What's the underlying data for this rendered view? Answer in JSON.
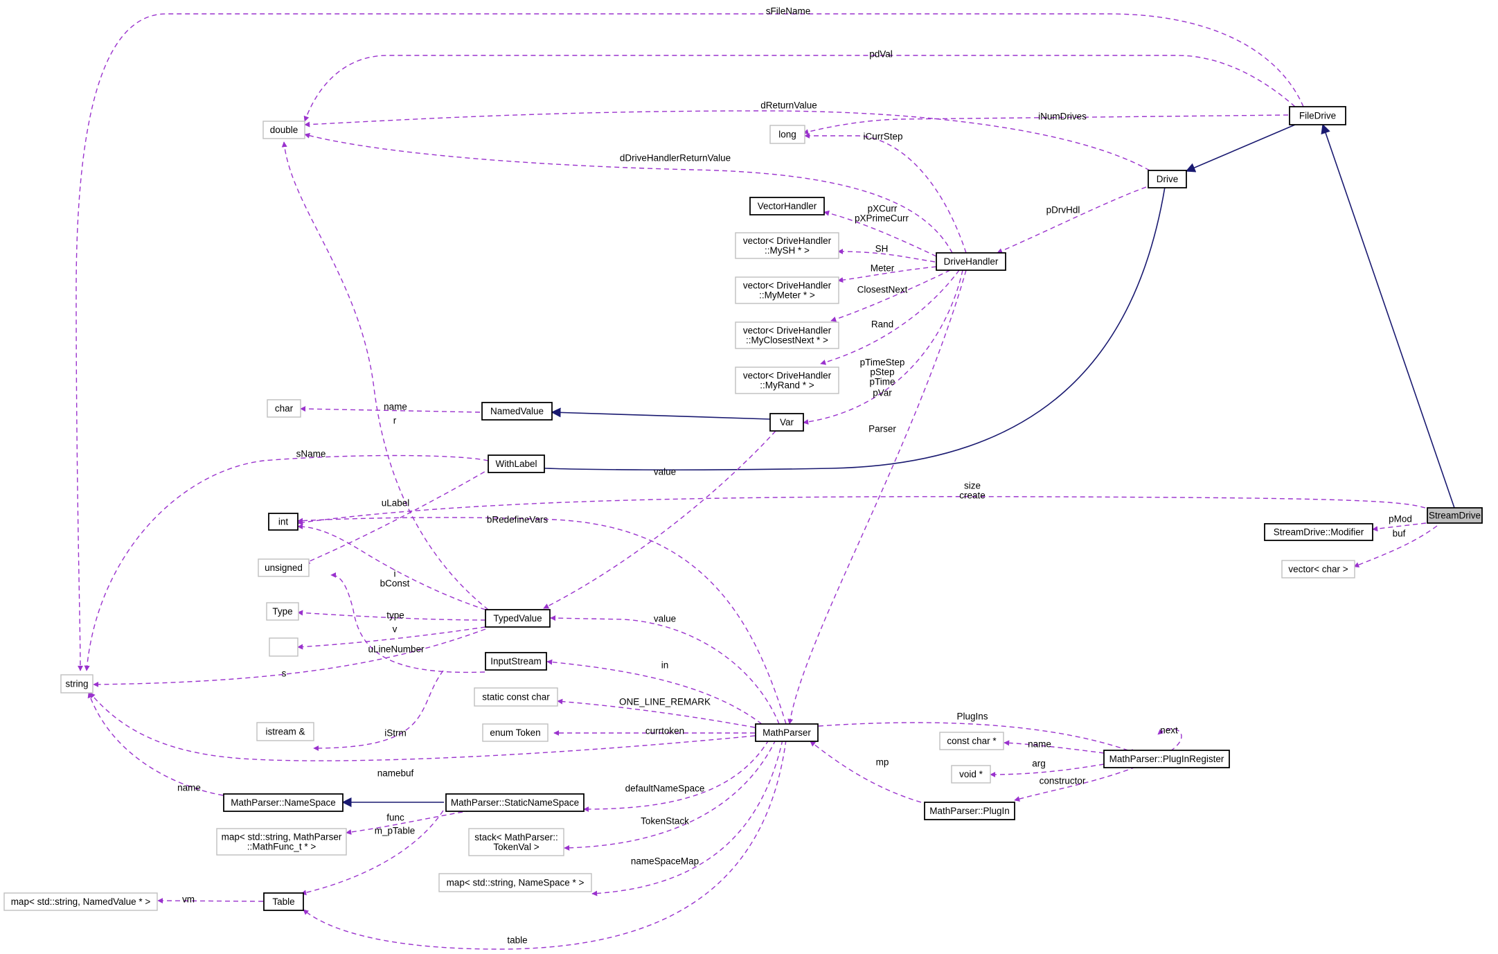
{
  "nodes": [
    {
      "id": "StreamDrive",
      "lines": [
        "StreamDrive"
      ],
      "style": "focus"
    },
    {
      "id": "FileDrive",
      "lines": [
        "FileDrive"
      ],
      "style": "doc"
    },
    {
      "id": "Drive",
      "lines": [
        "Drive"
      ],
      "style": "doc"
    },
    {
      "id": "DriveHandler",
      "lines": [
        "DriveHandler"
      ],
      "style": "doc"
    },
    {
      "id": "double",
      "lines": [
        "double"
      ],
      "style": "ext"
    },
    {
      "id": "long",
      "lines": [
        "long"
      ],
      "style": "ext"
    },
    {
      "id": "VectorHandler",
      "lines": [
        "VectorHandler"
      ],
      "style": "doc"
    },
    {
      "id": "vecMySH",
      "lines": [
        "vector< DriveHandler",
        "::MySH * >"
      ],
      "style": "ext"
    },
    {
      "id": "vecMyMeter",
      "lines": [
        "vector< DriveHandler",
        "::MyMeter * >"
      ],
      "style": "ext"
    },
    {
      "id": "vecMyClosestNext",
      "lines": [
        "vector< DriveHandler",
        "::MyClosestNext * >"
      ],
      "style": "ext"
    },
    {
      "id": "vecMyRand",
      "lines": [
        "vector< DriveHandler",
        "::MyRand * >"
      ],
      "style": "ext"
    },
    {
      "id": "char",
      "lines": [
        "char"
      ],
      "style": "ext"
    },
    {
      "id": "NamedValue",
      "lines": [
        "NamedValue"
      ],
      "style": "doc"
    },
    {
      "id": "Var",
      "lines": [
        "Var"
      ],
      "style": "doc"
    },
    {
      "id": "WithLabel",
      "lines": [
        "WithLabel"
      ],
      "style": "doc"
    },
    {
      "id": "int",
      "lines": [
        "int"
      ],
      "style": "doc"
    },
    {
      "id": "StreamDriveModifier",
      "lines": [
        "StreamDrive::Modifier"
      ],
      "style": "doc"
    },
    {
      "id": "vecChar",
      "lines": [
        "vector< char >"
      ],
      "style": "ext"
    },
    {
      "id": "unsigned",
      "lines": [
        "unsigned"
      ],
      "style": "ext"
    },
    {
      "id": "Type",
      "lines": [
        "Type"
      ],
      "style": "ext"
    },
    {
      "id": "blank",
      "lines": [
        ""
      ],
      "style": "ext"
    },
    {
      "id": "TypedValue",
      "lines": [
        "TypedValue"
      ],
      "style": "doc"
    },
    {
      "id": "string",
      "lines": [
        "string"
      ],
      "style": "ext"
    },
    {
      "id": "InputStream",
      "lines": [
        "InputStream"
      ],
      "style": "doc"
    },
    {
      "id": "istream",
      "lines": [
        "istream &"
      ],
      "style": "ext"
    },
    {
      "id": "staticConstChar",
      "lines": [
        "static const char"
      ],
      "style": "ext"
    },
    {
      "id": "enumToken",
      "lines": [
        "enum Token"
      ],
      "style": "ext"
    },
    {
      "id": "MathParser",
      "lines": [
        "MathParser"
      ],
      "style": "doc"
    },
    {
      "id": "constCharPtr",
      "lines": [
        "const char *"
      ],
      "style": "ext"
    },
    {
      "id": "voidPtr",
      "lines": [
        "void *"
      ],
      "style": "ext"
    },
    {
      "id": "PlugInRegister",
      "lines": [
        "MathParser::PlugInRegister"
      ],
      "style": "doc"
    },
    {
      "id": "PlugIn",
      "lines": [
        "MathParser::PlugIn"
      ],
      "style": "doc"
    },
    {
      "id": "NameSpace",
      "lines": [
        "MathParser::NameSpace"
      ],
      "style": "doc"
    },
    {
      "id": "StaticNameSpace",
      "lines": [
        "MathParser::StaticNameSpace"
      ],
      "style": "doc"
    },
    {
      "id": "mapMathFunc",
      "lines": [
        "map< std::string, MathParser",
        "::MathFunc_t * >"
      ],
      "style": "ext"
    },
    {
      "id": "stackTokenVal",
      "lines": [
        "stack< MathParser::",
        "TokenVal >"
      ],
      "style": "ext"
    },
    {
      "id": "mapNameSpace",
      "lines": [
        "map< std::string, NameSpace * >"
      ],
      "style": "ext"
    },
    {
      "id": "mapNamedValue",
      "lines": [
        "map< std::string, NamedValue * >"
      ],
      "style": "ext"
    },
    {
      "id": "Table",
      "lines": [
        "Table"
      ],
      "style": "doc"
    }
  ],
  "edge_labels": [
    {
      "id": "sFileName",
      "text": "sFileName"
    },
    {
      "id": "pdVal",
      "text": "pdVal"
    },
    {
      "id": "dReturnValue",
      "text": "dReturnValue"
    },
    {
      "id": "iNumDrives",
      "text": "iNumDrives"
    },
    {
      "id": "iCurrStep",
      "text": "iCurrStep"
    },
    {
      "id": "dDriveHandlerReturnValue",
      "text": "dDriveHandlerReturnValue"
    },
    {
      "id": "pDrvHdl",
      "text": "pDrvHdl"
    },
    {
      "id": "pXCurr",
      "text": "pXCurr"
    },
    {
      "id": "pXPrimeCurr",
      "text": "pXPrimeCurr"
    },
    {
      "id": "SH",
      "text": "SH"
    },
    {
      "id": "Meter",
      "text": "Meter"
    },
    {
      "id": "ClosestNext",
      "text": "ClosestNext"
    },
    {
      "id": "Rand",
      "text": "Rand"
    },
    {
      "id": "pTimeStep",
      "text": "pTimeStep"
    },
    {
      "id": "pStep",
      "text": "pStep"
    },
    {
      "id": "pTime",
      "text": "pTime"
    },
    {
      "id": "pVar",
      "text": "pVar"
    },
    {
      "id": "name1",
      "text": "name"
    },
    {
      "id": "r",
      "text": "r"
    },
    {
      "id": "Parser",
      "text": "Parser"
    },
    {
      "id": "sName",
      "text": "sName"
    },
    {
      "id": "value1",
      "text": "value"
    },
    {
      "id": "size",
      "text": "size"
    },
    {
      "id": "create",
      "text": "create"
    },
    {
      "id": "uLabel",
      "text": "uLabel"
    },
    {
      "id": "bRedefineVars",
      "text": "bRedefineVars"
    },
    {
      "id": "pMod",
      "text": "pMod"
    },
    {
      "id": "buf",
      "text": "buf"
    },
    {
      "id": "i",
      "text": "i"
    },
    {
      "id": "bConst",
      "text": "bConst"
    },
    {
      "id": "type",
      "text": "type"
    },
    {
      "id": "value2",
      "text": "value"
    },
    {
      "id": "v",
      "text": "v"
    },
    {
      "id": "uLineNumber",
      "text": "uLineNumber"
    },
    {
      "id": "s",
      "text": "s"
    },
    {
      "id": "in",
      "text": "in"
    },
    {
      "id": "ONE_LINE_REMARK",
      "text": "ONE_LINE_REMARK"
    },
    {
      "id": "iStrm",
      "text": "iStrm"
    },
    {
      "id": "currtoken",
      "text": "currtoken"
    },
    {
      "id": "PlugIns",
      "text": "PlugIns"
    },
    {
      "id": "next",
      "text": "next"
    },
    {
      "id": "name2",
      "text": "name"
    },
    {
      "id": "mp",
      "text": "mp"
    },
    {
      "id": "arg",
      "text": "arg"
    },
    {
      "id": "namebuf",
      "text": "namebuf"
    },
    {
      "id": "name3",
      "text": "name"
    },
    {
      "id": "defaultNameSpace",
      "text": "defaultNameSpace"
    },
    {
      "id": "constructor",
      "text": "constructor"
    },
    {
      "id": "func",
      "text": "func"
    },
    {
      "id": "m_pTable",
      "text": "m_pTable"
    },
    {
      "id": "TokenStack",
      "text": "TokenStack"
    },
    {
      "id": "nameSpaceMap",
      "text": "nameSpaceMap"
    },
    {
      "id": "vm",
      "text": "vm"
    },
    {
      "id": "table",
      "text": "table"
    }
  ],
  "colors": {
    "association": "#9a32cd",
    "inheritance": "#191970",
    "external_border": "#bfbfbf",
    "focus_fill": "#bfbfbf"
  }
}
